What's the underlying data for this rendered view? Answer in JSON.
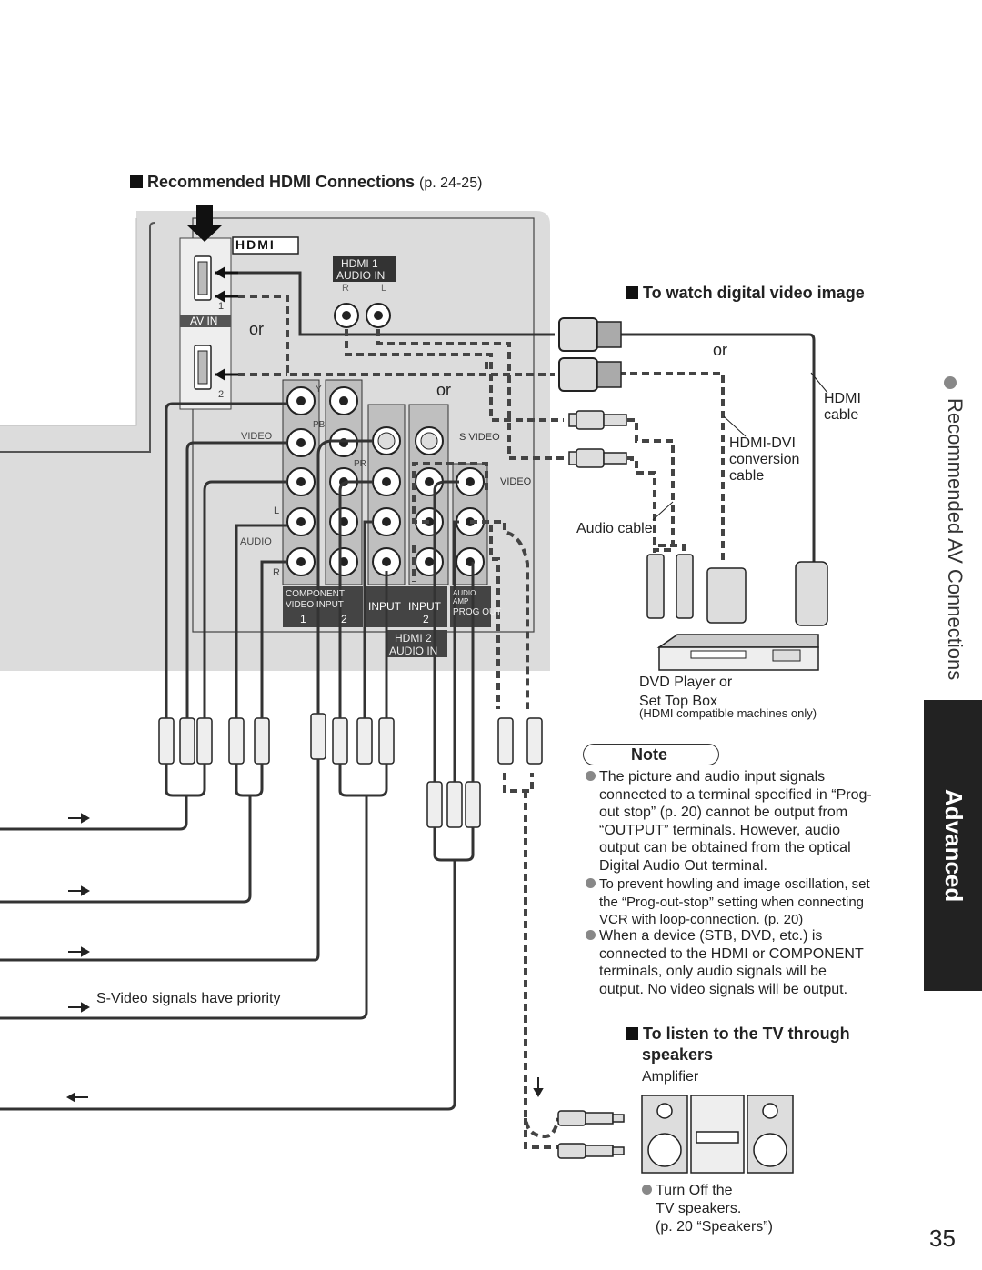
{
  "headings": {
    "recommended_hdmi": "Recommended HDMI Connections",
    "recommended_hdmi_page": "(p. 24-25)",
    "watch_digital": "To watch digital video image",
    "listen_line1": "To listen to the TV through",
    "listen_line2": "speakers"
  },
  "panel_labels": {
    "hdmi_logo": "HDMI",
    "hdmi1_audio_in_1": "HDMI 1",
    "hdmi1_audio_in_2": "AUDIO IN",
    "r": "R",
    "l": "L",
    "av_in": "AV IN",
    "port1": "1",
    "port2": "2",
    "video": "VIDEO",
    "audio": "AUDIO",
    "l_mark": "L",
    "r_mark": "R",
    "y": "Y",
    "pb": "PB",
    "pr": "PR",
    "s_video": "S VIDEO",
    "video_right": "VIDEO",
    "component_input": "COMPONENT VIDEO INPUT",
    "comp1": "1",
    "comp2": "2",
    "input1": "INPUT",
    "input2": "INPUT",
    "input2_num": "2",
    "audio_amp": "AUDIO AMP",
    "prog_out": "PROG OUT",
    "hdmi2_audio_in_1": "HDMI 2",
    "hdmi2_audio_in_2": "AUDIO IN"
  },
  "labels": {
    "or_left": "or",
    "or_middle": "or",
    "or_right": "or",
    "hdmi_cable_1": "HDMI",
    "hdmi_cable_2": "cable",
    "hdmi_dvi_1": "HDMI-DVI",
    "hdmi_dvi_2": "conversion",
    "hdmi_dvi_3": "cable",
    "audio_cable": "Audio cable",
    "dvd_1": "DVD Player or",
    "dvd_2": "Set Top Box",
    "dvd_3": "(HDMI compatible machines only)",
    "svideo_priority": "S-Video signals have priority",
    "amplifier": "Amplifier",
    "turn_off_1": "Turn Off the",
    "turn_off_2": "TV speakers.",
    "turn_off_3": "(p. 20 “Speakers”)"
  },
  "note": {
    "title": "Note",
    "items": [
      [
        "The picture and audio input signals",
        "connected to a terminal specified in “Prog-",
        "out stop” (p. 20) cannot be output from",
        "“OUTPUT” terminals. However, audio",
        "output can be obtained from the optical",
        "Digital Audio Out terminal."
      ],
      [
        "To prevent howling and image oscillation, set",
        "the “Prog-out-stop” setting when connecting",
        "VCR with loop-connection. (p. 20)"
      ],
      [
        "When a device (STB, DVD, etc.) is",
        "connected to the HDMI or COMPONENT",
        "terminals, only audio signals will be",
        "output. No video signals will be output."
      ]
    ]
  },
  "side": {
    "section": "Recommended AV Connections",
    "tab": "Advanced"
  },
  "page_number": "35",
  "colors": {
    "panel": "#dcdcdc",
    "dark": "#222222",
    "bullet": "#888888",
    "tab": "#222222"
  }
}
